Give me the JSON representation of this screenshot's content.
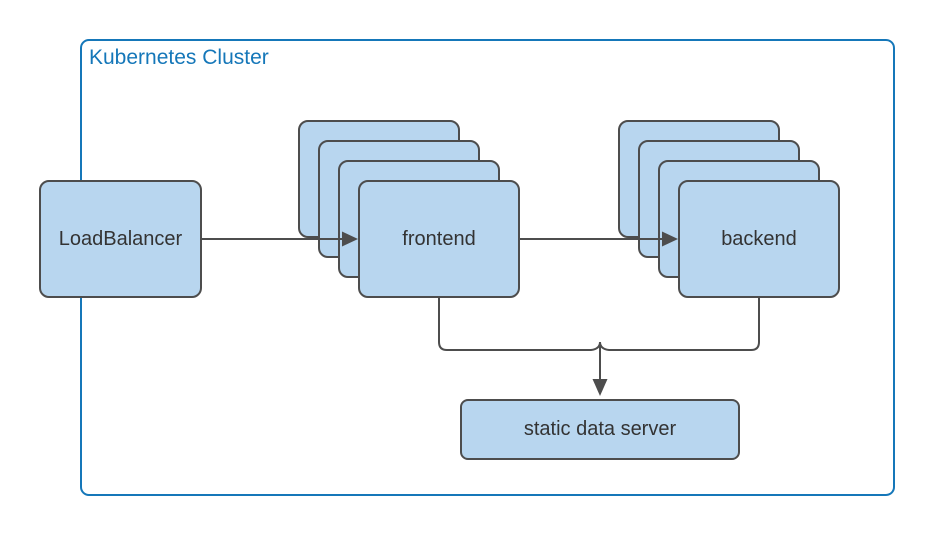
{
  "cluster": {
    "label": "Kubernetes Cluster"
  },
  "nodes": {
    "load_balancer": {
      "label": "LoadBalancer"
    },
    "frontend": {
      "label": "frontend",
      "replica_count": 4
    },
    "backend": {
      "label": "backend",
      "replica_count": 4
    },
    "static_data_server": {
      "label": "static data server"
    }
  },
  "edges": [
    {
      "from": "load_balancer",
      "to": "frontend",
      "arrow": true
    },
    {
      "from": "frontend",
      "to": "backend",
      "arrow": true
    },
    {
      "from": "frontend",
      "to": "static_data_server",
      "arrow": true
    },
    {
      "from": "backend",
      "to": "static_data_server",
      "arrow": true
    }
  ],
  "colors": {
    "cluster_border": "#1577B9",
    "cluster_label": "#1577B9",
    "node_fill": "#B8D6EF",
    "node_border": "#4D4D4D",
    "edge": "#4D4D4D",
    "node_text": "#333333",
    "canvas_bg": "#FFFFFF"
  }
}
